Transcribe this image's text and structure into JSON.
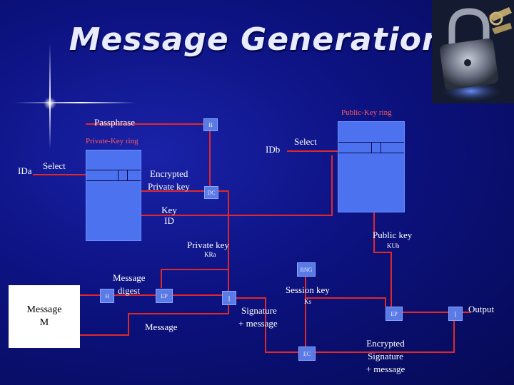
{
  "title": "Message Generation",
  "labels": {
    "passphrase": "Passphrase",
    "public_key_ring": "Public-Key ring",
    "private_key_ring": "Private-Key ring",
    "ida": "IDa",
    "select_left": "Select",
    "idb": "IDb",
    "select_right": "Select",
    "encrypted_private_key_1": "Encrypted",
    "encrypted_private_key_2": "Private key",
    "key_id_1": "Key",
    "key_id_2": "ID",
    "private_key": "Private key",
    "kra": "KRa",
    "public_key": "Public key",
    "kub": "KUb",
    "message_digest_1": "Message",
    "message_digest_2": "digest",
    "message_box_1": "Message",
    "message_box_2": "M",
    "message_mid": "Message",
    "session_key": "Session key",
    "ks": "Ks",
    "signature_message_1": "Signature",
    "signature_message_2": "+ message",
    "output": "Output",
    "encrypted_sig_1": "Encrypted",
    "encrypted_sig_2": "Signature",
    "encrypted_sig_3": "+ message"
  },
  "functions": {
    "h_top": "H",
    "dc": "DC",
    "rng": "RNG",
    "h_left": "H",
    "ep_sign": "EP",
    "concat_mid": "||",
    "ep_key": "EP",
    "ec": "EC",
    "concat_out": "||"
  },
  "colors": {
    "background": "#0c1280",
    "wire": "#e02828",
    "ring_box": "#4d72f0",
    "function_box": "#5a7ae6",
    "message_box": "#ffffff"
  }
}
